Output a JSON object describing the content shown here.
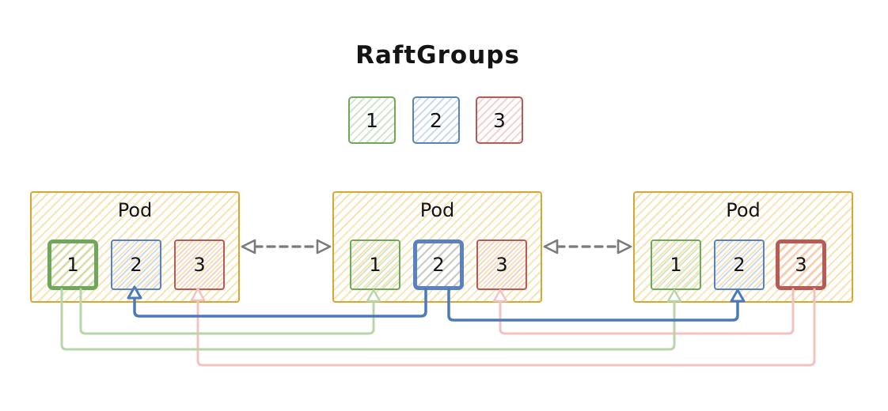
{
  "title": "RaftGroups",
  "legend": {
    "groups": [
      {
        "label": "1",
        "group": "green"
      },
      {
        "label": "2",
        "group": "blue"
      },
      {
        "label": "3",
        "group": "red"
      }
    ]
  },
  "pods": [
    {
      "label": "Pod",
      "members": [
        {
          "label": "1",
          "group": "green",
          "leader": true
        },
        {
          "label": "2",
          "group": "blue",
          "leader": false
        },
        {
          "label": "3",
          "group": "red",
          "leader": false
        }
      ]
    },
    {
      "label": "Pod",
      "members": [
        {
          "label": "1",
          "group": "green",
          "leader": false
        },
        {
          "label": "2",
          "group": "blue",
          "leader": true
        },
        {
          "label": "3",
          "group": "red",
          "leader": false
        }
      ]
    },
    {
      "label": "Pod",
      "members": [
        {
          "label": "1",
          "group": "green",
          "leader": false
        },
        {
          "label": "2",
          "group": "blue",
          "leader": false
        },
        {
          "label": "3",
          "group": "red",
          "leader": true
        }
      ]
    }
  ],
  "connections": {
    "replication": [
      {
        "group": "1",
        "from": "pod-1-member-1",
        "to": "pod-2-member-1"
      },
      {
        "group": "1",
        "from": "pod-1-member-1",
        "to": "pod-3-member-1"
      },
      {
        "group": "2",
        "from": "pod-2-member-2",
        "to": "pod-1-member-2"
      },
      {
        "group": "2",
        "from": "pod-2-member-2",
        "to": "pod-3-member-2"
      },
      {
        "group": "3",
        "from": "pod-3-member-3",
        "to": "pod-2-member-3"
      },
      {
        "group": "3",
        "from": "pod-3-member-3",
        "to": "pod-1-member-3"
      }
    ],
    "pod_links": [
      {
        "from": "pod-1",
        "to": "pod-2",
        "style": "dashed-double-arrow"
      },
      {
        "from": "pod-2",
        "to": "pod-3",
        "style": "dashed-double-arrow"
      }
    ]
  },
  "colors": {
    "ink": "#141414",
    "gray": "#7b7b7b",
    "pod_border": "#d6a832",
    "pod_hatch": "rgba(240,205,120,0.55)",
    "green": "#6fa75b",
    "green_line": "#b9d6aa",
    "green_hatch": "rgba(141,191,122,0.40)",
    "blue": "#5b82c0",
    "blue_line": "#4c79bb",
    "blue_hatch": "rgba(126,160,214,0.40)",
    "red": "#ba5a55",
    "red_line": "#f0c3c0",
    "red_hatch": "rgba(224,142,136,0.40)"
  }
}
